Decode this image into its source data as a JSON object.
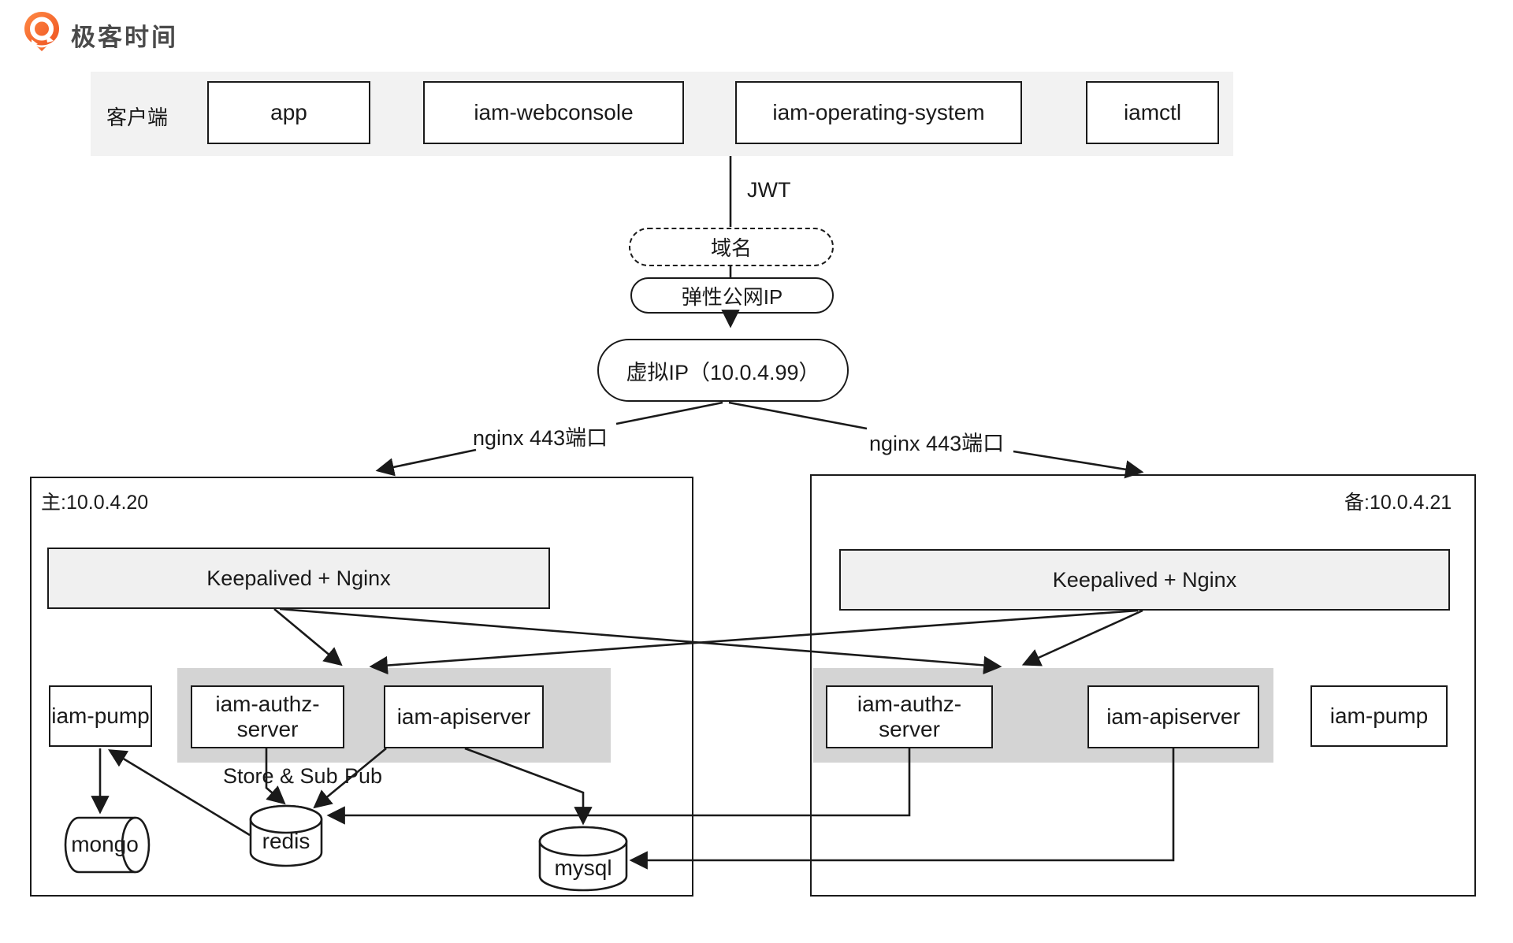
{
  "logo": {
    "brand": "极客时间"
  },
  "clients": {
    "label": "客户端",
    "items": [
      "app",
      "iam-webconsole",
      "iam-operating-system",
      "iamctl"
    ]
  },
  "flow": {
    "jwt_label": "JWT",
    "domain": "域名",
    "eip": "弹性公网IP",
    "vip": "虚拟IP（10.0.4.99）",
    "nginx_left": "nginx 443端口",
    "nginx_right": "nginx 443端口"
  },
  "master": {
    "title": "主:10.0.4.20",
    "lb": "Keepalived + Nginx",
    "services": [
      "iam-pump",
      "iam-authz-server",
      "iam-apiserver"
    ],
    "store_sub_label": "Store & Sub",
    "pub_label": "Pub",
    "databases": [
      "mongo",
      "redis",
      "mysql"
    ]
  },
  "backup": {
    "title": "备:10.0.4.21",
    "lb": "Keepalived  + Nginx",
    "services": [
      "iam-authz-server",
      "iam-apiserver",
      "iam-pump"
    ]
  },
  "colors": {
    "line": "#1a1a1a",
    "client_band": "#f2f2f2",
    "lb_bar_fill": "#f0f0f0",
    "service_band": "#d4d4d4",
    "brand_orange": "#f4622c",
    "brand_text": "#4a4a4a"
  }
}
